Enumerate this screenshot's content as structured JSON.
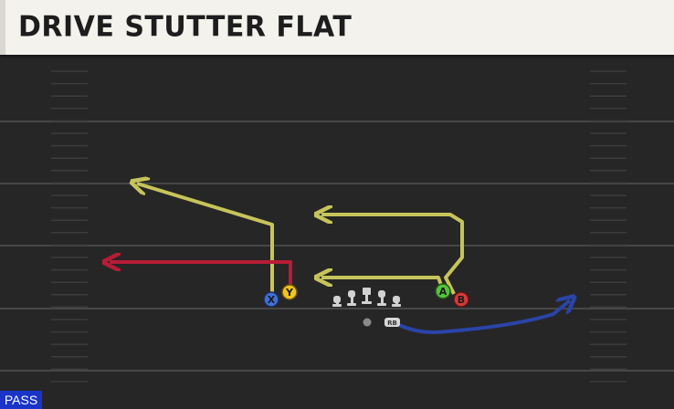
{
  "play": {
    "title": "DRIVE STUTTER FLAT",
    "type_badge": "PASS"
  },
  "players": {
    "X": {
      "label": "X",
      "color": "#3f6fd6"
    },
    "Y": {
      "label": "Y",
      "color": "#f2c41e"
    },
    "A": {
      "label": "A",
      "color": "#55c43c"
    },
    "B": {
      "label": "B",
      "color": "#d63a3a"
    },
    "RB": {
      "label": "RB",
      "color": "#d9d9d9"
    }
  },
  "routes": {
    "x_route": {
      "color": "#c6c45a"
    },
    "y_route": {
      "color": "#b71c36"
    },
    "a_route": {
      "color": "#c6c45a"
    },
    "b_route": {
      "color": "#c6c45a"
    },
    "rb_route": {
      "color": "#2a44a8"
    }
  },
  "field": {
    "background": "#262626",
    "line_color": "#4a4a4a"
  }
}
